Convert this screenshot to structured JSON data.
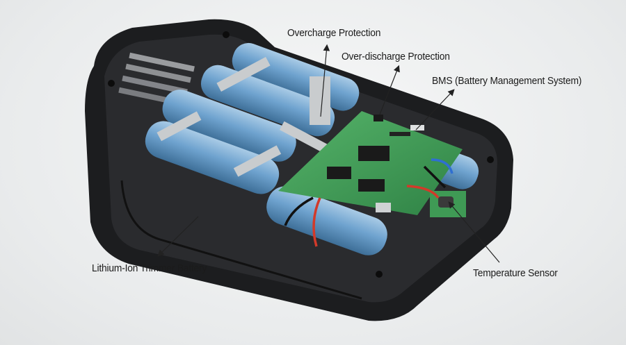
{
  "labels": {
    "overcharge": "Overcharge Protection",
    "overdischarge": "Over-discharge Protection",
    "bms": "BMS (Battery Management System)",
    "temperature": "Temperature Sensor",
    "battery": "Lithium-Ion Trimmer Battery"
  },
  "colors": {
    "housing": "#1c1d1f",
    "cells": "#6fa3cf",
    "pcb": "#3f9a55",
    "nickel_strip": "#c9ccce",
    "wire_red": "#d23a2a",
    "wire_blue": "#2f6fd1"
  }
}
